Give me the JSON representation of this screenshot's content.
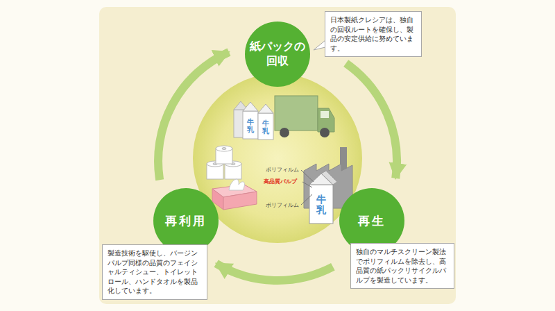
{
  "diagram": {
    "nodes": [
      {
        "text": [
          "紙パックの回収"
        ]
      },
      {
        "text": [
          "日本製紙クレシアは、独自の回収ルートを確保し、製品の安定供給に努めています。"
        ]
      },
      {
        "text": [
          "再生"
        ]
      },
      {
        "text": [
          "独自のマルチスクリーン製法でポリフィルムを除去し、高品質の紙パックリサイクルパルプを製造しています。"
        ]
      },
      {
        "text": [
          "再利用"
        ]
      },
      {
        "text": [
          "製造技術を駆使し、バージンパルプ同様の品質のフェイシャルティシュー、トイレットロール、ハンドタオルを製品化しています。"
        ]
      }
    ],
    "edges": [
      {
        "from": 0,
        "to": 2,
        "arrow": "to"
      },
      {
        "from": 2,
        "to": 4,
        "arrow": "to"
      },
      {
        "from": 4,
        "to": 0,
        "arrow": "to"
      }
    ],
    "labels": [
      "牛乳",
      "牛乳",
      "ポリフィルム",
      "高品質パルプ",
      "ポリフィルム",
      "牛乳"
    ]
  }
}
